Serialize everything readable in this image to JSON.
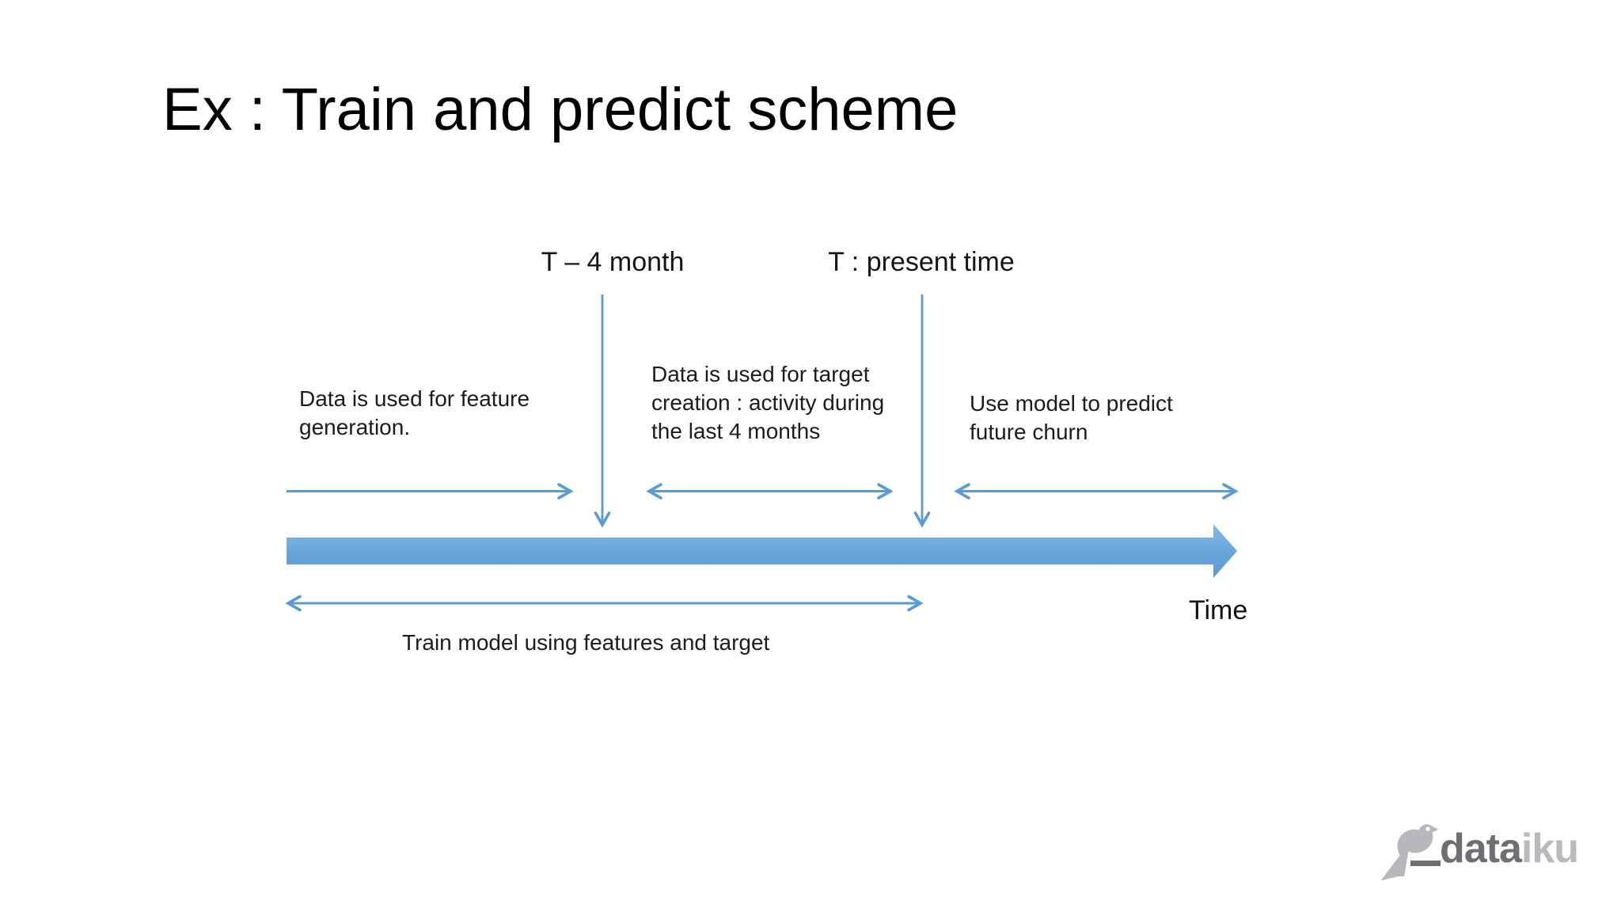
{
  "slide": {
    "title": "Ex : Train and predict scheme",
    "background": "#ffffff"
  },
  "timeline": {
    "markers": [
      {
        "label": "T – 4 month"
      },
      {
        "label": "T : present time"
      }
    ],
    "axis_label": "Time",
    "arrow_color": "#5b9bd5",
    "bar_gradient_top": "#8abae6",
    "bar_gradient_bottom": "#5c9ad2"
  },
  "annotations": {
    "feature": {
      "lines": [
        "Data is used for feature",
        "generation."
      ]
    },
    "target": {
      "lines": [
        "Data is used for target",
        "creation : activity during",
        "the last 4 months"
      ]
    },
    "predict": {
      "lines": [
        "Use model to predict",
        "future churn"
      ]
    },
    "train": {
      "label": "Train model using features and target"
    }
  },
  "footer": {
    "logo_dark": "data",
    "logo_light": "iku",
    "logo_dark_color": "#6e6e73",
    "logo_light_color": "#b9b9be"
  }
}
